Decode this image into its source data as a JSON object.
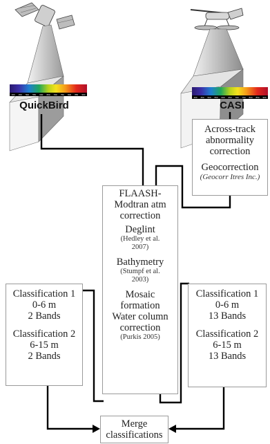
{
  "sensors": {
    "left": {
      "name": "QuickBird",
      "icon": "satellite-icon"
    },
    "right": {
      "name": "CASI",
      "icon": "seaplane-icon"
    },
    "spectrum_ticks": [
      "400",
      "450",
      "500",
      "550",
      "600",
      "650",
      "700",
      "750",
      "800",
      "850",
      "900"
    ]
  },
  "casi_box": {
    "line1": "Across-track",
    "line2": "abnormality",
    "line3": "correction",
    "line4": "Geocorrection",
    "citation": "(Geocorr Itres Inc.)"
  },
  "center_box": {
    "line1": "FLAASH-",
    "line2": "Modtran atm",
    "line3": "correction",
    "deglint": "Deglint",
    "deglint_cite1": "(Hedley et al.",
    "deglint_cite2": "2007)",
    "bathy": "Bathymetry",
    "bathy_cite1": "(Stumpf et al.",
    "bathy_cite2": "2003)",
    "mosaic1": "Mosaic",
    "mosaic2": "formation",
    "water1": "Water column",
    "water2": "correction",
    "water_cite": "(Purkis 2005)"
  },
  "left_box": {
    "c1_title": "Classification 1",
    "c1_range": "0-6 m",
    "c1_bands": "2 Bands",
    "c2_title": "Classification 2",
    "c2_range": "6-15 m",
    "c2_bands": "2 Bands"
  },
  "right_box": {
    "c1_title": "Classification 1",
    "c1_range": "0-6 m",
    "c1_bands": "13 Bands",
    "c2_title": "Classification 2",
    "c2_range": "6-15 m",
    "c2_bands": "13 Bands"
  },
  "merge_box": {
    "line1": "Merge",
    "line2": "classifications"
  },
  "colors": {
    "line": "#000000",
    "box_border": "#9a9a9a",
    "beam_light": "#e4e4e4",
    "beam_dark": "#8a8a8a"
  }
}
